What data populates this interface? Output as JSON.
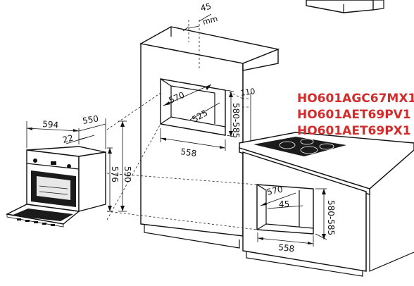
{
  "dimensions": {
    "gap_value": "45",
    "gap_unit": "mm",
    "oven_width": "594",
    "oven_depth": "550",
    "front_panel": "22",
    "oven_height_outer": "590",
    "oven_height_inner": "576",
    "upper_niche_depth": "570",
    "upper_niche_height": "580-585",
    "upper_niche_depth_inner": "525",
    "upper_niche_width": "558",
    "rear_offset": "110",
    "lower_niche_depth": "570",
    "lower_niche_gap": "45",
    "lower_niche_height": "580-585",
    "lower_niche_width": "558"
  },
  "models": [
    "HO601AGC67MX1",
    "HO601AET69PV1",
    "HO601AET69PX1"
  ],
  "colors": {
    "model_text": "#d32c2c",
    "line": "#111111",
    "background": "#ffffff"
  }
}
